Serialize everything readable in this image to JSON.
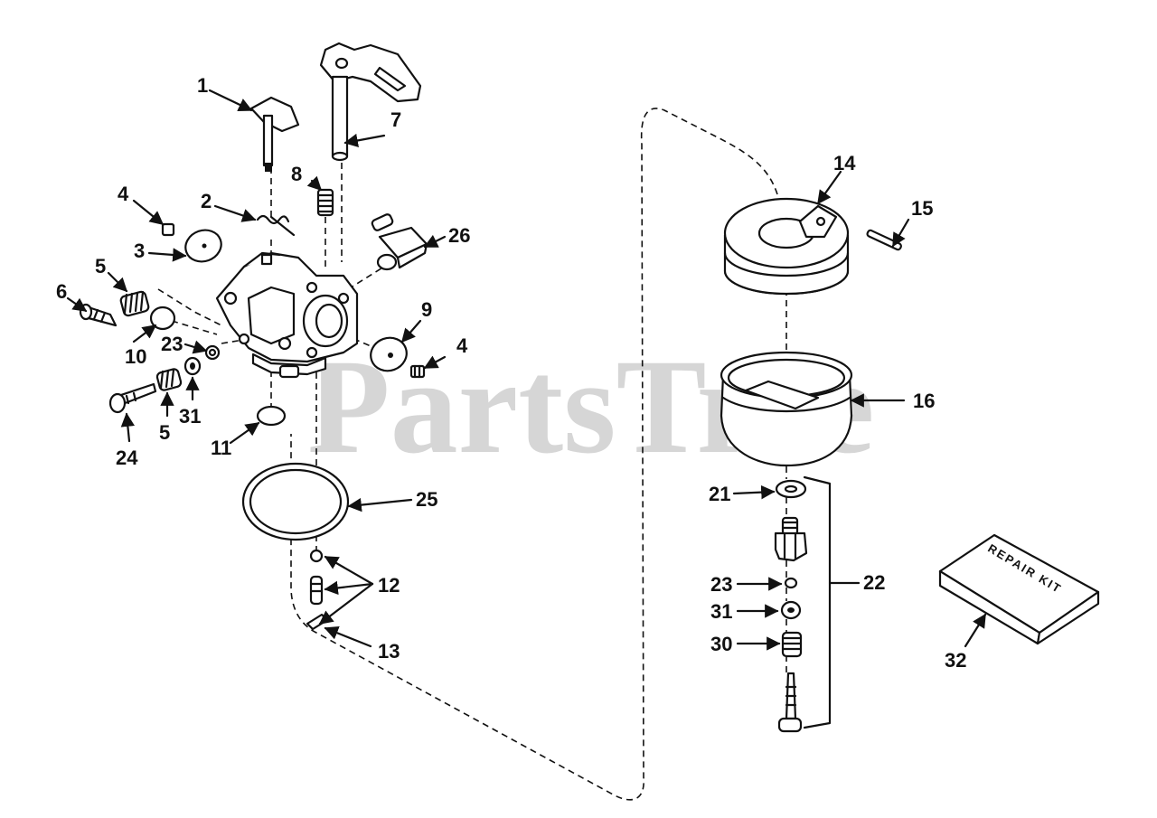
{
  "watermark": "PartsTree",
  "kit_text": "REPAIR KIT",
  "callouts": {
    "c1": "1",
    "c2": "2",
    "c3": "3",
    "c4a": "4",
    "c4b": "4",
    "c5a": "5",
    "c5b": "5",
    "c6": "6",
    "c7": "7",
    "c8": "8",
    "c9": "9",
    "c10": "10",
    "c11": "11",
    "c12": "12",
    "c13": "13",
    "c14": "14",
    "c15": "15",
    "c16": "16",
    "c21": "21",
    "c22": "22",
    "c23a": "23",
    "c23b": "23",
    "c24": "24",
    "c25": "25",
    "c26": "26",
    "c30": "30",
    "c31a": "31",
    "c31b": "31",
    "c32": "32"
  }
}
